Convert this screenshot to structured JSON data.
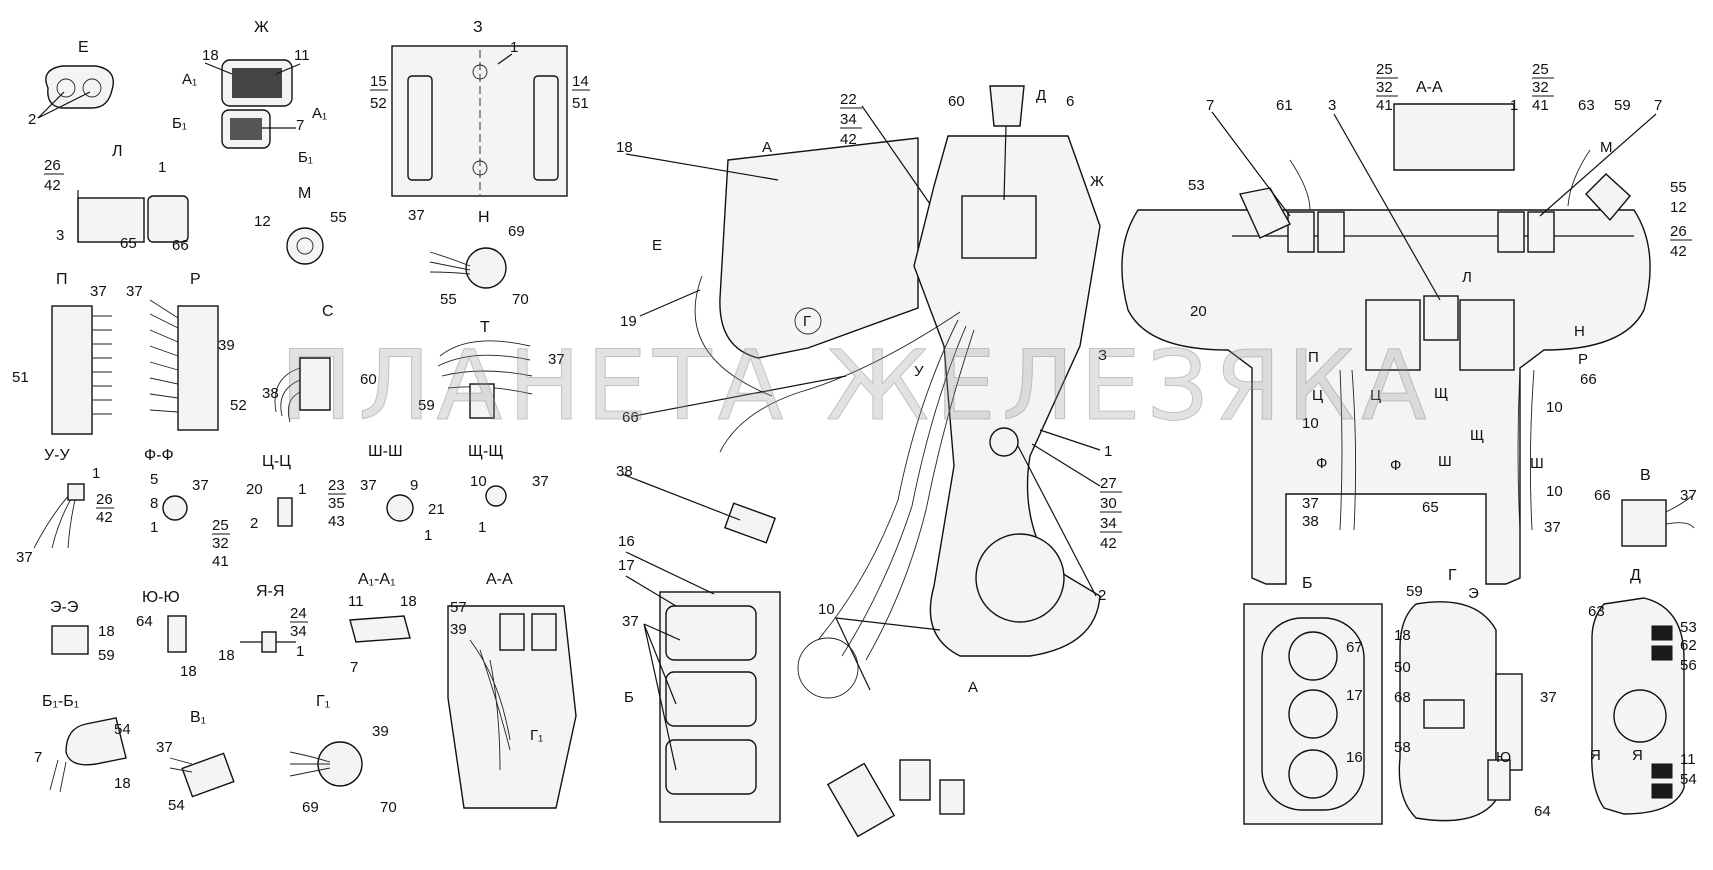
{
  "watermark": "ПЛАНЕТА ЖЕЛЕЗЯКА",
  "section_titles": {
    "E": "Е",
    "ZH": "Ж",
    "Z": "З",
    "L": "Л",
    "M": "М",
    "N": "Н",
    "P": "П",
    "R": "Р",
    "S": "С",
    "T": "Т",
    "UU": "У-У",
    "FF": "Ф-Ф",
    "CC": "Ц-Ц",
    "SHSH": "Ш-Ш",
    "SCHSCH": "Щ-Щ",
    "EE": "Э-Э",
    "YUYU": "Ю-Ю",
    "YAYA": "Я-Я",
    "A1A1": "А₁-А₁",
    "AA_small": "А-А",
    "B1B1": "Б₁-Б₁",
    "V1": "В₁",
    "G1": "Г₁",
    "AA_main": "А-А",
    "B": "Б",
    "G": "Г",
    "D": "Д",
    "V": "В"
  },
  "view_markers": {
    "A1_top": "А₁",
    "A1_bottom": "А₁",
    "B1_a": "Б₁",
    "B1_b": "Б₁",
    "E_arrow": "Е",
    "G_circle": "Г",
    "ZH_arrow": "Ж",
    "D_arrow": "Д",
    "Z_side": "З",
    "A_main": "А",
    "B_arrow": "Б",
    "G1_label": "Г₁",
    "M_arrow": "М",
    "N_arrow": "Н",
    "P_mark": "П",
    "R_mark": "Р",
    "L_mark": "Л",
    "C_mark": "Ц",
    "C_mark2": "Ц",
    "CH_mark": "Щ",
    "CH_mark2": "Щ",
    "F_mark": "Ф",
    "F_mark2": "Ф",
    "SH_mark": "Ш",
    "SH_mark2": "Ш",
    "E_mark_g": "Э",
    "YU_mark": "Ю",
    "YA_mark": "Я",
    "YA_mark2": "Я",
    "U_mark": "У"
  },
  "callouts": {
    "c2": "2",
    "c1_z": "1",
    "c18_zh": "18",
    "c11_zh": "11",
    "c7_zh": "7",
    "c15": "15",
    "c52": "52",
    "c14": "14",
    "c51": "51",
    "c26": "26",
    "c42": "42",
    "c1_l": "1",
    "c3_l": "3",
    "c65_l": "65",
    "c66_l": "66",
    "c12_m": "12",
    "c55_m": "55",
    "c37_n": "37",
    "c69_n": "69",
    "c55_n": "55",
    "c70_n": "70",
    "c37_p": "37",
    "c51_p": "51",
    "c37_r": "37",
    "c39_r": "39",
    "c52_r": "52",
    "c60_s": "60",
    "c38_s": "38",
    "c37_t": "37",
    "c59_t": "59",
    "c1_uu": "1",
    "c26_uu": "26",
    "c42_uu": "42",
    "c37_uu": "37",
    "c5": "5",
    "c37_ff": "37",
    "c8": "8",
    "c1_ff": "1",
    "c25_ff": "25",
    "c32_ff": "32",
    "c41_ff": "41",
    "c20_cc": "20",
    "c1_cc": "1",
    "c2_cc": "2",
    "c23": "23",
    "c35": "35",
    "c43": "43",
    "c37_sh": "37",
    "c9": "9",
    "c21": "21",
    "c1_sh": "1",
    "c10_sch": "10",
    "c37_sch": "37",
    "c1_sch": "1",
    "c18_ee": "18",
    "c59_ee": "59",
    "c64_yu": "64",
    "c18_yu": "18",
    "c24": "24",
    "c34_ya": "34",
    "c18_ya": "18",
    "c1_ya": "1",
    "c11_a1": "11",
    "c18_a1": "18",
    "c7_a1": "7",
    "c57": "57",
    "c39_aa": "39",
    "c54_b1": "54",
    "c7_b1": "7",
    "c18_b1": "18",
    "c37_v1": "37",
    "c54_v1": "54",
    "c39_g1": "39",
    "c69_g1": "69",
    "c70_g1": "70",
    "m18": "18",
    "m19": "19",
    "m22": "22",
    "m34": "34",
    "m42": "42",
    "m60": "60",
    "m6": "6",
    "m66": "66",
    "m38": "38",
    "m16": "16",
    "m17": "17",
    "m37": "37",
    "m10": "10",
    "m1": "1",
    "m27": "27",
    "m30": "30",
    "m34b": "34",
    "m42b": "42",
    "m2": "2",
    "r7a": "7",
    "r61": "61",
    "r3": "3",
    "r25a": "25",
    "r32a": "32",
    "r41a": "41",
    "r1": "1",
    "r25b": "25",
    "r32b": "32",
    "r41b": "41",
    "r63": "63",
    "r59": "59",
    "r7b": "7",
    "r53": "53",
    "r55": "55",
    "r12": "12",
    "r26": "26",
    "r42": "42",
    "r20": "20",
    "r66": "66",
    "r10a": "10",
    "r10b": "10",
    "r10c": "10",
    "r37a": "37",
    "r38": "38",
    "r65": "65",
    "r37b": "37",
    "r66b": "66",
    "r37c": "37",
    "b67": "67",
    "b17": "17",
    "b16": "16",
    "g59": "59",
    "g18": "18",
    "g50": "50",
    "g68": "68",
    "g58": "58",
    "g37": "37",
    "g64": "64",
    "d63": "63",
    "d53": "53",
    "d62": "62",
    "d56": "56",
    "d11": "11",
    "d54": "54"
  }
}
